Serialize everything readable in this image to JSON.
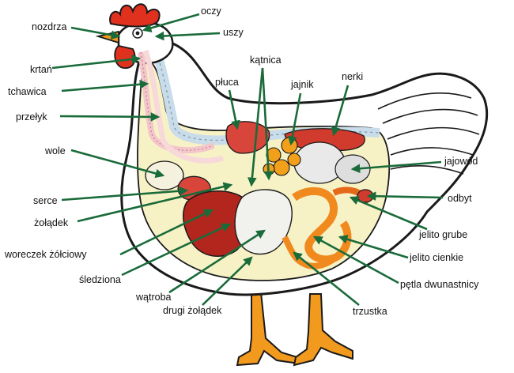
{
  "colors": {
    "outline": "#1a1a1a",
    "body": "#ffffff",
    "cavity": "#f7f2c6",
    "comb": "#e0301e",
    "spine": "#c8dcea",
    "trachea": "#f4c6cc",
    "esophagus": "#f7d9d9",
    "lung": "#d8453a",
    "kidney": "#d13b2e",
    "ovary": "#f29f1c",
    "egg": "#e9e9e9",
    "liver": "#b3261e",
    "intestine": "#f08a1e",
    "gizzard": "#f1f1ee",
    "leg": "#f29a1e",
    "arrow": "#1a6b3a"
  },
  "labels": {
    "nostril": "nozdrza",
    "eyes": "oczy",
    "ears": "uszy",
    "larynx": "krtań",
    "trachea": "tchawica",
    "esophagus": "przełyk",
    "crop": "wole",
    "heart": "serce",
    "stomach": "żołądek",
    "gallbladder": "woreczek żółciowy",
    "spleen": "śledziona",
    "liver": "wątroba",
    "gizzard": "drugi żołądek",
    "lungs": "płuca",
    "caecum": "kątnica",
    "ovary": "jajnik",
    "kidneys": "nerki",
    "oviduct": "jajowód",
    "vent": "odbyt",
    "large_intestine": "jelito grube",
    "small_intestine": "jelito cienkie",
    "duodenal_loop": "pętla dwunastnicy",
    "pancreas": "trzustka"
  }
}
